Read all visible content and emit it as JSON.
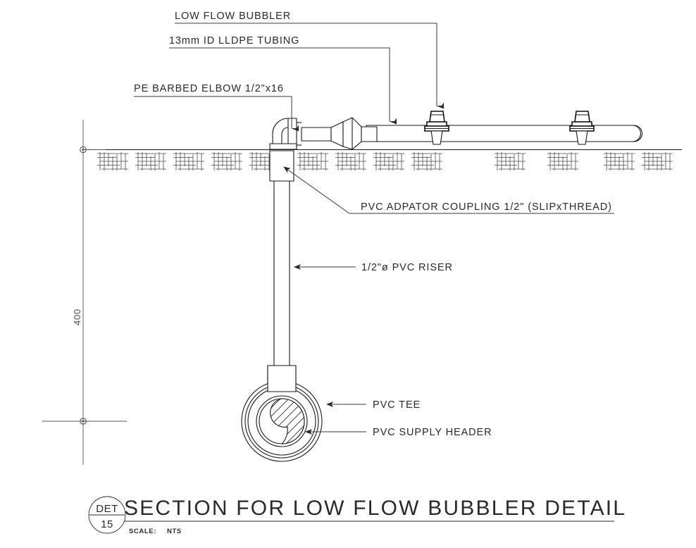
{
  "drawing": {
    "title": "SECTION FOR LOW FLOW BUBBLER DETAIL",
    "detail_tag": "DET",
    "detail_number": "15",
    "scale_label": "SCALE:",
    "scale_value": "NTS",
    "dimension": "400",
    "line_color": "#1a1a1a",
    "text_color": "#2a2a2a",
    "background": "#ffffff"
  },
  "callouts": [
    {
      "id": "low-flow-bubbler",
      "label": "LOW FLOW BUBBLER"
    },
    {
      "id": "lldpe-tubing",
      "label": "13mm ID LLDPE TUBING"
    },
    {
      "id": "pe-barbed-elbow",
      "label": "PE BARBED ELBOW 1/2\"x16"
    },
    {
      "id": "pvc-adaptor-coupling",
      "label": "PVC ADPATOR COUPLING 1/2\" (SLIPxTHREAD)"
    },
    {
      "id": "pvc-riser",
      "label": "1/2\"ø PVC RISER"
    },
    {
      "id": "pvc-tee",
      "label": "PVC TEE"
    },
    {
      "id": "pvc-supply-header",
      "label": "PVC SUPPLY HEADER"
    }
  ]
}
